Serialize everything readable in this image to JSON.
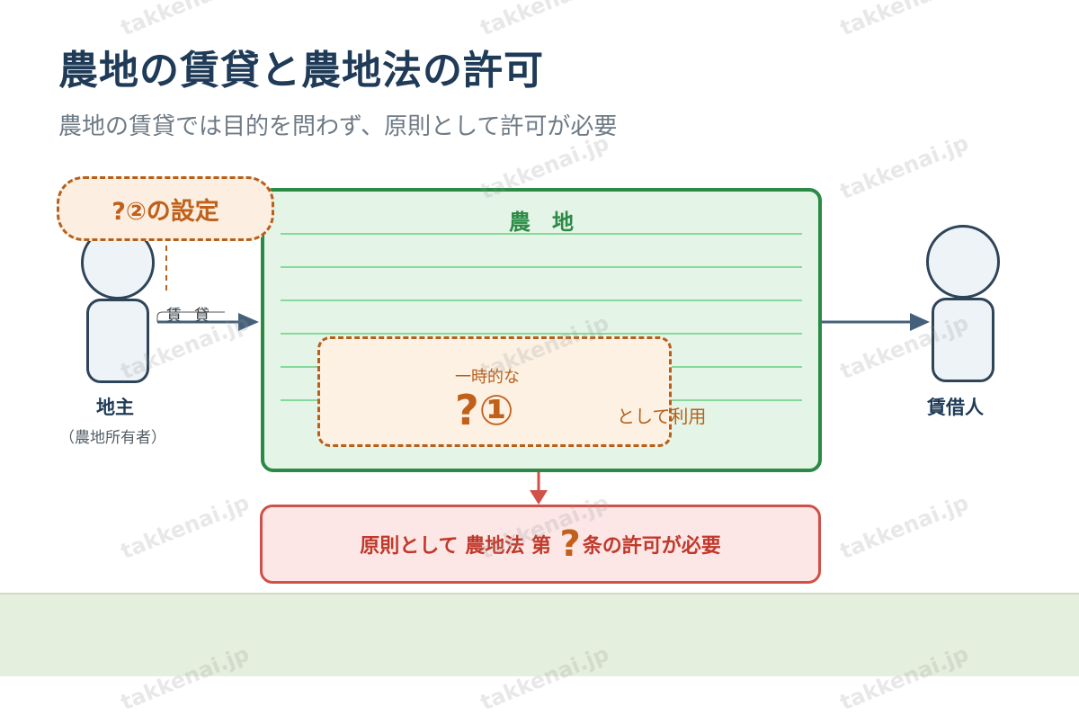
{
  "title": "農地の賃貸と農地法の許可",
  "subtitle": "農地の賃貸では目的を問わず、原則として許可が必要",
  "landowner": {
    "name": "地主",
    "sub": "（農地所有者）"
  },
  "lessee": {
    "name": "賃借人"
  },
  "lease_label": "賃貸",
  "callout_top": "?②の設定",
  "farmland": {
    "label": "農地"
  },
  "center_callout": {
    "small": "一時的な",
    "big": "?①",
    "tail": "として利用"
  },
  "result": {
    "before": "原則として 農地法 第 ",
    "mark": "?",
    "after": "条の許可が必要"
  },
  "watermark": "takkenai.jp",
  "colors": {
    "title": "#1f3b57",
    "green": "#2b8a45",
    "orange": "#c0601a",
    "red": "#d0504a"
  }
}
